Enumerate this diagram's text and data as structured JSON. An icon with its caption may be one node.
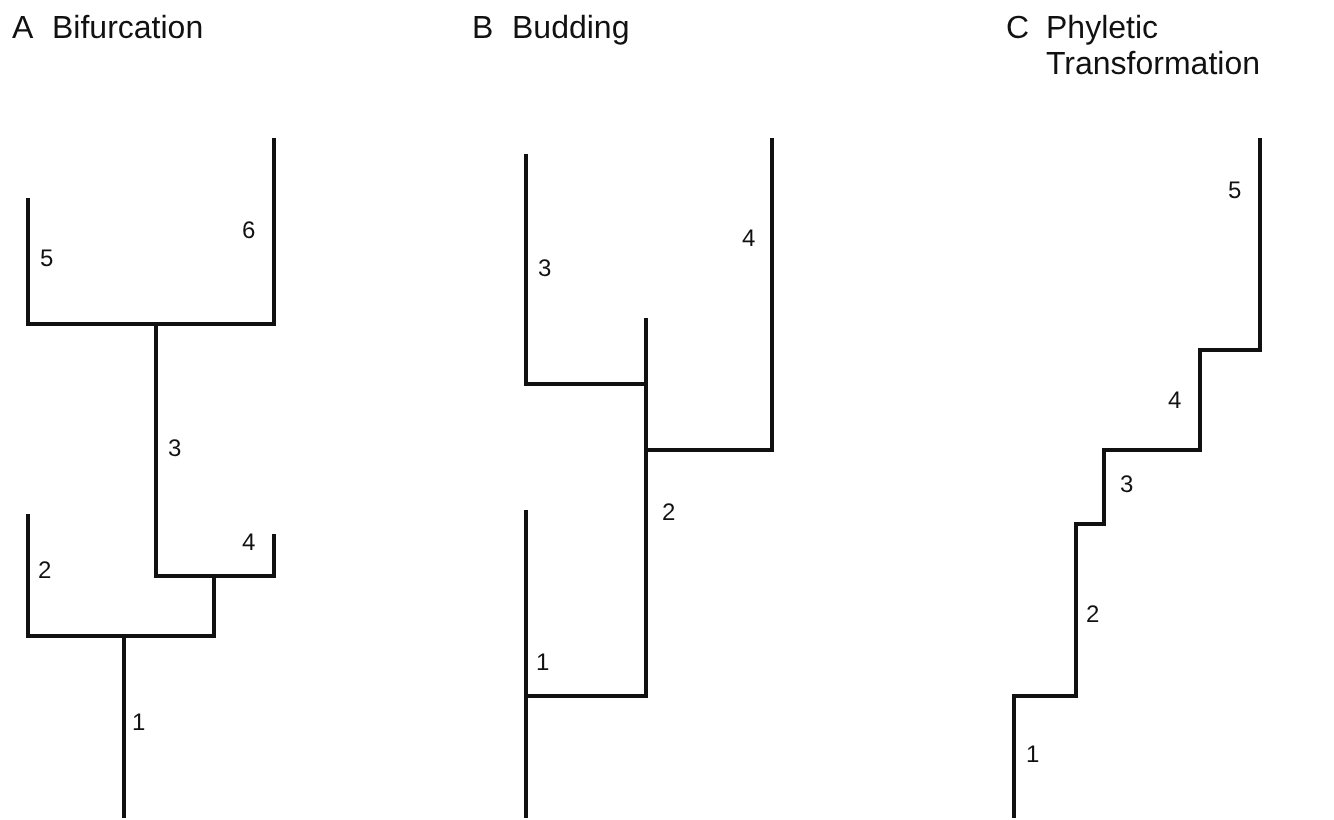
{
  "diagram": {
    "labels": [
      "A",
      "Bifurcation",
      "B",
      "Budding",
      "C",
      "Phyletic Transformation",
      "5",
      "6",
      "3",
      "2",
      "4",
      "1",
      "3",
      "4",
      "2",
      "1",
      "5",
      "4",
      "3",
      "2",
      "1"
    ]
  }
}
